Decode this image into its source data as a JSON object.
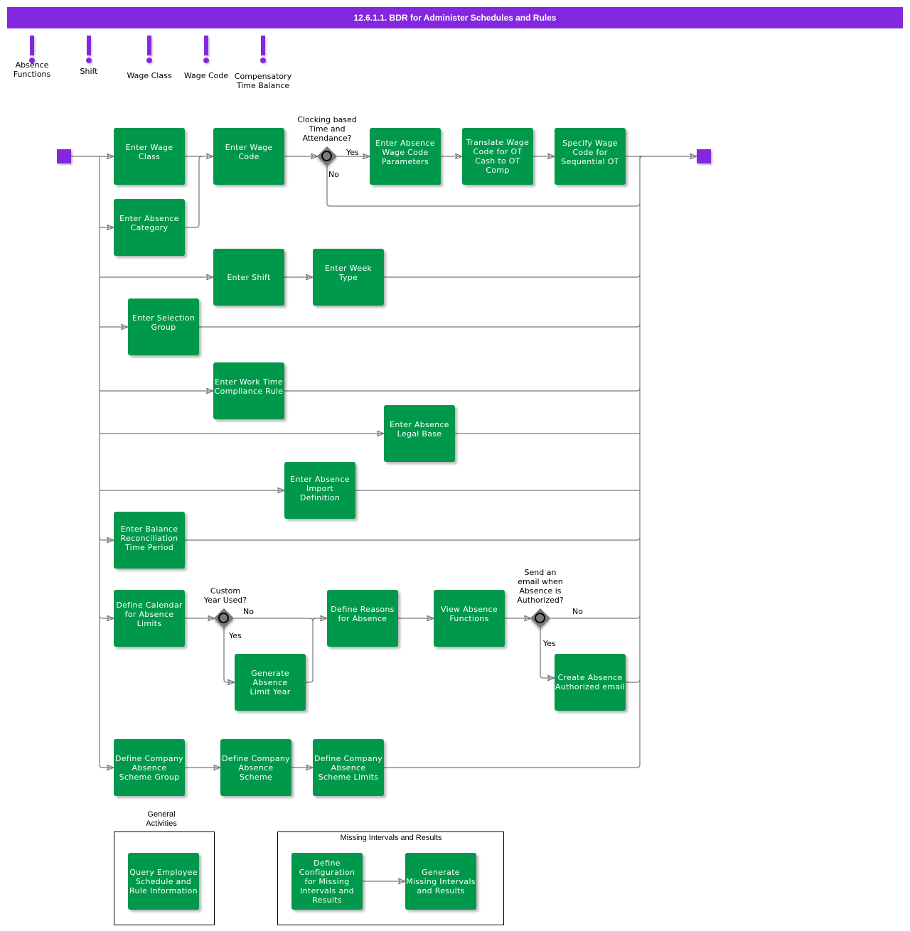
{
  "header": {
    "title": "12.6.1.1. BDR for Administer Schedules and Rules"
  },
  "legend": [
    {
      "label": "Absence\nFunctions",
      "icon": "exclamation-icon"
    },
    {
      "label": "Shift",
      "icon": "exclamation-icon"
    },
    {
      "label": "Wage Class",
      "icon": "exclamation-icon"
    },
    {
      "label": "Wage Code",
      "icon": "exclamation-icon"
    },
    {
      "label": "Compensatory\nTime Balance",
      "icon": "exclamation-icon"
    }
  ],
  "colors": {
    "accent": "#8427e0",
    "task": "#00984a",
    "connector": "#777777",
    "gateway": "#7a7a7a"
  },
  "events": {
    "start": "start-event",
    "end": "end-event"
  },
  "tasks": {
    "enter_wage_class": "Enter Wage\nClass",
    "enter_absence_category": "Enter Absence\nCategory",
    "enter_wage_code": "Enter Wage\nCode",
    "enter_absence_wage_code_parameters": "Enter Absence\nWage Code\nParameters",
    "translate_wage_code": "Translate Wage\nCode for OT\nCash to OT\nComp",
    "specify_wage_code": "Specify Wage\nCode for\nSequential OT",
    "enter_shift": "Enter Shift",
    "enter_week_type": "Enter Week\nType",
    "enter_selection_group": "Enter Selection\nGroup",
    "enter_work_time_compliance_rule": "Enter Work Time\nCompliance Rule",
    "enter_absence_legal_base": "Enter Absence\nLegal Base",
    "enter_absence_import_definition": "Enter Absence\nImport\nDefinition",
    "enter_balance_reconciliation": "Enter Balance\nReconciliation\nTime Period",
    "define_calendar": "Define Calendar\nfor Absence\nLimits",
    "generate_absence_limit_year": "Generate\nAbsence\nLimit Year",
    "define_reasons": "Define Reasons\nfor Absence",
    "view_absence_functions": "View Absence\nFunctions",
    "create_absence_authorized_email": "Create Absence\nAuthorized email",
    "define_company_scheme_group": "Define Company\nAbsence\nScheme Group",
    "define_company_scheme": "Define Company\nAbsence\nScheme",
    "define_company_scheme_limits": "Define Company\nAbsence\nScheme Limits",
    "query_employee_schedule": "Query Employee\nSchedule and\nRule Information",
    "define_configuration_missing": "Define\nConfiguration\nfor Missing\nIntervals and\nResults",
    "generate_missing_intervals": "Generate\nMissing Intervals\nand Results"
  },
  "gateways": {
    "clocking": {
      "question": "Clocking based\nTime and\nAttendance?",
      "yes": "Yes",
      "no": "No"
    },
    "custom_year": {
      "question": "Custom\nYear Used?",
      "yes": "Yes",
      "no": "No"
    },
    "send_email": {
      "question": "Send an\nemail when\nAbsence is\nAuthorized?",
      "yes": "Yes",
      "no": "No"
    }
  },
  "groups": {
    "general": {
      "title": "General\nActivities"
    },
    "missing": {
      "title": "Missing Intervals and Results"
    }
  }
}
